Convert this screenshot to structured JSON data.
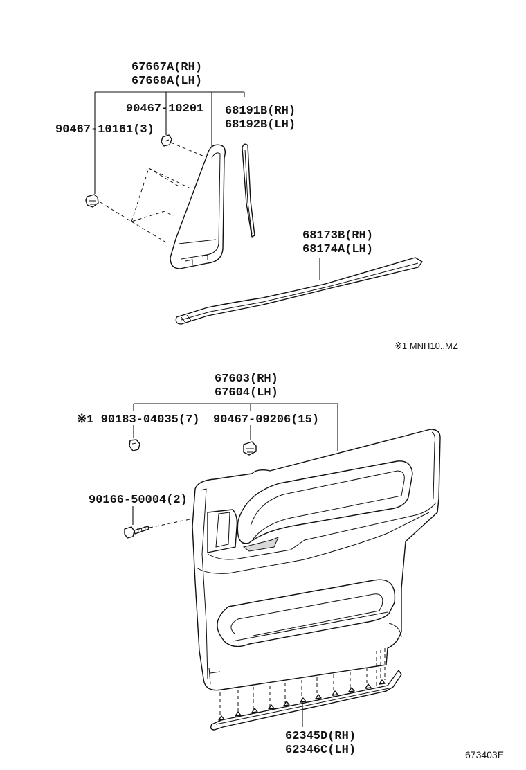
{
  "labels": {
    "upper_trim_rh": "67667A(RH)",
    "upper_trim_lh": "67668A(LH)",
    "clip_top": "90467-10201",
    "clip_left": "90467-10161(3)",
    "weatherstrip_rh": "68191B(RH)",
    "weatherstrip_lh": "68192B(LH)",
    "belt_molding_rh": "68173B(RH)",
    "belt_molding_lh": "68174A(LH)",
    "model_note": "※1  MNH10..MZ",
    "door_panel_rh": "67603(RH)",
    "door_panel_lh": "67604(LH)",
    "clip_note": "※1 90183-04035(7)",
    "clip_panel": "90467-09206(15)",
    "screw": "90166-50004(2)",
    "lower_strip_rh": "62345D(RH)",
    "lower_strip_lh": "62346C(LH)",
    "diagram_code": "673403E"
  },
  "icons": [
    "clip-icon",
    "push-rivet-icon",
    "screw-icon",
    "grommet-icon"
  ]
}
